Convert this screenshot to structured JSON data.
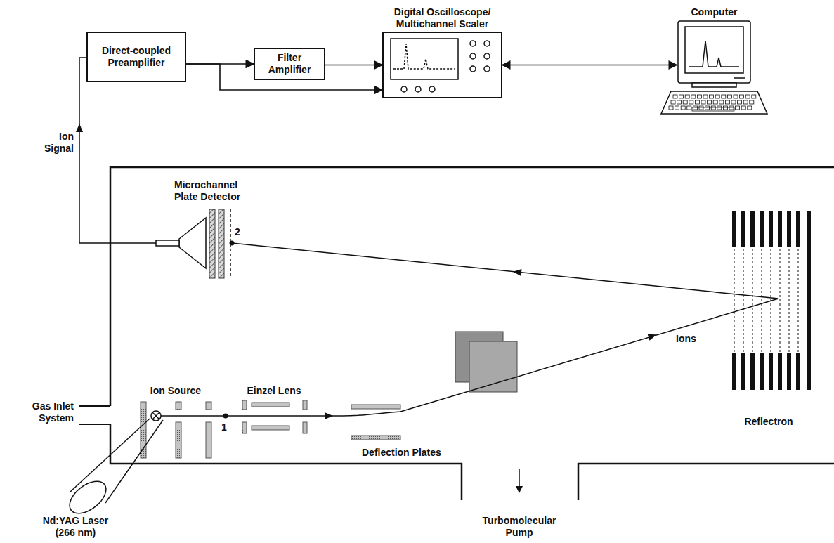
{
  "diagram": {
    "nodes": [
      {
        "text": [
          "Direct-coupled Preamplifier"
        ]
      },
      {
        "text": [
          "Filter Amplifier"
        ]
      },
      {
        "text": [
          "Digital Oscilloscope/ Multichannel Scaler"
        ]
      },
      {
        "text": [
          "Computer"
        ]
      }
    ],
    "edges": [
      {
        "from": 0,
        "to": 1,
        "arrow": "to"
      },
      {
        "from": 0,
        "to": 2,
        "arrow": "to"
      },
      {
        "from": 1,
        "to": 2,
        "arrow": "to"
      },
      {
        "from": 2,
        "to": 3,
        "arrow": "both"
      }
    ],
    "labels": [
      "Ion Signal",
      "Microchannel Plate Detector",
      "2",
      "Gas Inlet System",
      "Ion Source",
      "1",
      "Einzel Lens",
      "Deflection Plates",
      "Ions",
      "Reflectron",
      "Nd:YAG Laser (266 nm)",
      "Turbomolecular Pump"
    ]
  }
}
